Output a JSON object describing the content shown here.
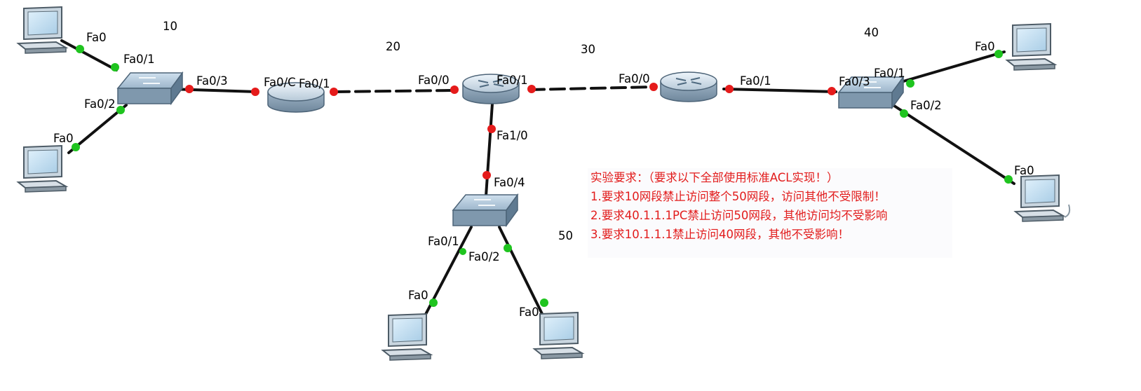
{
  "networks": {
    "n10": "10",
    "n20": "20",
    "n30": "30",
    "n40": "40",
    "n50": "50"
  },
  "ports": {
    "fa0": "Fa0",
    "fa0_0": "Fa0/0",
    "fa0_0_truncated": "Fa0/C",
    "fa0_1": "Fa0/1",
    "fa0_2": "Fa0/2",
    "fa0_3": "Fa0/3",
    "fa0_4": "Fa0/4",
    "fa1_0": "Fa1/0"
  },
  "requirements": {
    "title": "实验要求：（要求以下全部使用标准ACL实现！）",
    "items": [
      "1.要求10网段禁止访问整个50网段，访问其他不受限制！",
      "2.要求40.1.1.1PC禁止访问50网段，其他访问均不受影响",
      "3.要求10.1.1.1禁止访问40网段，其他不受影响！"
    ]
  },
  "colors": {
    "link_up": "#1fc41f",
    "link_down": "#e51b1b",
    "cable": "#111111",
    "note_text": "#e21c1c"
  }
}
